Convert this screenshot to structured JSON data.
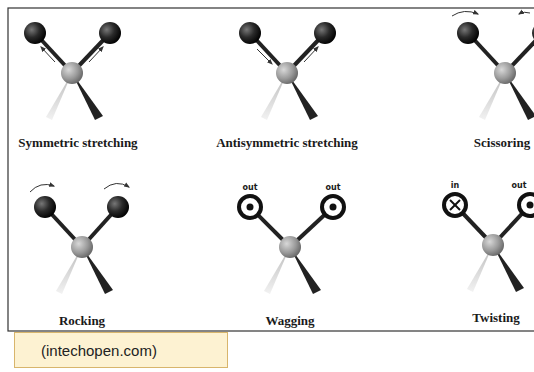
{
  "diagram": {
    "nodes": [
      {
        "text": [
          "(intechopen.com)"
        ]
      }
    ],
    "labels": [
      "Symmetric stretching",
      "Antisymmetric stretching",
      "Scissoring",
      "Rocking",
      "out",
      "out",
      "Wagging",
      "in",
      "out",
      "Twisting"
    ]
  }
}
